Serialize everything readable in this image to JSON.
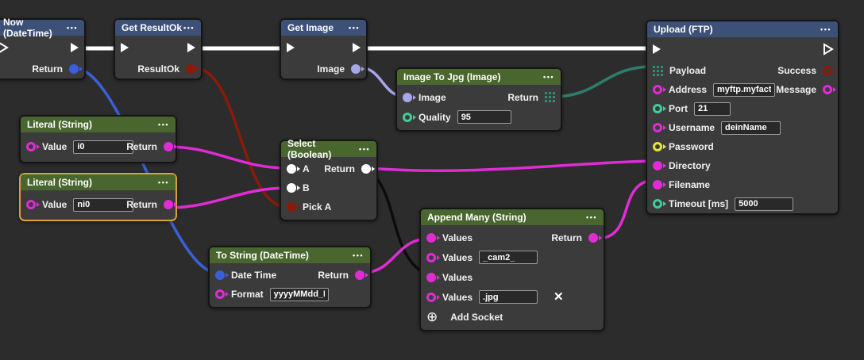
{
  "canvas": {
    "background": "#2c2c2c"
  },
  "common": {
    "menu_icon": "•••",
    "delete_icon": "✕",
    "add_socket_icon": "⊕"
  },
  "colors": {
    "exec_wire": "#ffffff",
    "datetime": "#3b5fd9",
    "result_ok": "#8b1a0a",
    "image": "#a6a6ea",
    "byte_grid": "#2f8f76",
    "number": "#3fce9a",
    "string": "#e02cd5",
    "password": "#e5e53c",
    "generic": "#ffffff",
    "black_wire": "#0c0c0c",
    "header_blue": "#3d5078",
    "header_green": "#49662e",
    "selected_border": "#d9a13a"
  },
  "nodes": {
    "now": {
      "title": "Now (DateTime)",
      "outputs": {
        "return": "Return"
      }
    },
    "get_result_ok": {
      "title": "Get ResultOk",
      "outputs": {
        "result_ok": "ResultOk"
      }
    },
    "get_image": {
      "title": "Get Image",
      "outputs": {
        "image": "Image"
      }
    },
    "image_to_jpg": {
      "title": "Image To Jpg (Image)",
      "inputs": {
        "image": "Image",
        "quality": "Quality"
      },
      "values": {
        "quality": "95"
      },
      "outputs": {
        "return": "Return"
      }
    },
    "upload_ftp": {
      "title": "Upload (FTP)",
      "inputs": {
        "payload": "Payload",
        "address": "Address",
        "port": "Port",
        "username": "Username",
        "password": "Password",
        "directory": "Directory",
        "filename": "Filename",
        "timeout": "Timeout [ms]"
      },
      "values": {
        "address": "myftp.myfactor",
        "port": "21",
        "username": "deinName",
        "timeout": "5000"
      },
      "outputs": {
        "success": "Success",
        "message": "Message"
      }
    },
    "literal_1": {
      "title": "Literal (String)",
      "inputs": {
        "value": "Value"
      },
      "values": {
        "value": "i0"
      },
      "outputs": {
        "return": "Return"
      }
    },
    "literal_2": {
      "title": "Literal (String)",
      "selected": true,
      "inputs": {
        "value": "Value"
      },
      "values": {
        "value": "ni0"
      },
      "outputs": {
        "return": "Return"
      }
    },
    "select_boolean": {
      "title": "Select (Boolean)",
      "inputs": {
        "a": "A",
        "b": "B",
        "pick_a": "Pick A"
      },
      "outputs": {
        "return": "Return"
      }
    },
    "to_string": {
      "title": "To String (DateTime)",
      "inputs": {
        "date_time": "Date Time",
        "format": "Format"
      },
      "values": {
        "format": "yyyyMMdd_HH"
      },
      "outputs": {
        "return": "Return"
      }
    },
    "append_many": {
      "title": "Append Many (String)",
      "inputs": {
        "values1": "Values",
        "values2": "Values",
        "values3": "Values",
        "values4": "Values"
      },
      "values": {
        "values2": "_cam2_",
        "values4": ".jpg"
      },
      "outputs": {
        "return": "Return"
      },
      "add_socket_label": "Add Socket"
    }
  },
  "connections": [
    {
      "from": "now.exec_out",
      "to": "get_result_ok.exec_in",
      "type": "exec"
    },
    {
      "from": "get_result_ok.exec_out",
      "to": "get_image.exec_in",
      "type": "exec"
    },
    {
      "from": "get_image.exec_out",
      "to": "upload_ftp.exec_in",
      "type": "exec"
    },
    {
      "from": "now.return",
      "to": "to_string.date_time",
      "type": "datetime"
    },
    {
      "from": "get_result_ok.result_ok",
      "to": "select_boolean.pick_a",
      "type": "result_ok"
    },
    {
      "from": "get_image.image",
      "to": "image_to_jpg.image",
      "type": "image"
    },
    {
      "from": "image_to_jpg.return",
      "to": "upload_ftp.payload",
      "type": "byte_grid"
    },
    {
      "from": "literal_1.return",
      "to": "select_boolean.a",
      "type": "string"
    },
    {
      "from": "literal_2.return",
      "to": "select_boolean.b",
      "type": "string"
    },
    {
      "from": "select_boolean.return",
      "to": "upload_ftp.directory",
      "type": "string"
    },
    {
      "from": "select_boolean.return",
      "to": "append_many.values3",
      "type": "black_wire"
    },
    {
      "from": "to_string.return",
      "to": "append_many.values1",
      "type": "string"
    },
    {
      "from": "append_many.return",
      "to": "upload_ftp.filename",
      "type": "string"
    }
  ]
}
